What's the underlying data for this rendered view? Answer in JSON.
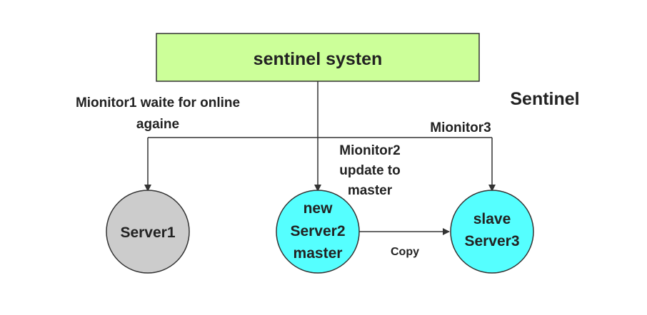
{
  "title_box": {
    "label": "sentinel systen",
    "fill": "#ccff99"
  },
  "heading": "Sentinel",
  "monitor1_label": {
    "line1": "Mionitor1 waite for online",
    "line2": "againe"
  },
  "monitor2_label": {
    "line1": "Mionitor2",
    "line2": "update to",
    "line3": "master"
  },
  "monitor3_label": "Mionitor3",
  "copy_label": "Copy",
  "nodes": {
    "server1": {
      "line1": "Server1",
      "fill": "#cccccc"
    },
    "server2": {
      "line1": "new",
      "line2": "Server2",
      "line3": "master",
      "fill": "#55ffff"
    },
    "server3": {
      "line1": "slave",
      "line2": "Server3",
      "fill": "#55ffff"
    }
  },
  "colors": {
    "stroke": "#333333",
    "text": "#222222"
  }
}
